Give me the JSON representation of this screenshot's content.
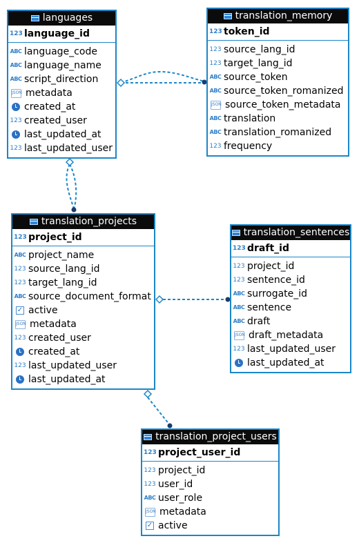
{
  "tables": {
    "languages": {
      "name": "languages",
      "pk": {
        "label": "language_id",
        "icon": "number-key-icon",
        "icon_text": "123"
      },
      "columns": [
        {
          "label": "language_code",
          "icon": "text-type-icon",
          "icon_text": "ABC"
        },
        {
          "label": "language_name",
          "icon": "text-type-icon",
          "icon_text": "ABC"
        },
        {
          "label": "script_direction",
          "icon": "text-type-icon",
          "icon_text": "ABC"
        },
        {
          "label": "metadata",
          "icon": "json-type-icon",
          "icon_text": "JSON"
        },
        {
          "label": "created_at",
          "icon": "clock-icon",
          "icon_text": ""
        },
        {
          "label": "created_user",
          "icon": "number-type-icon",
          "icon_text": "123"
        },
        {
          "label": "last_updated_at",
          "icon": "clock-icon",
          "icon_text": ""
        },
        {
          "label": "last_updated_user",
          "icon": "number-type-icon",
          "icon_text": "123"
        }
      ]
    },
    "translation_memory": {
      "name": "translation_memory",
      "pk": {
        "label": "token_id",
        "icon": "number-key-icon",
        "icon_text": "123"
      },
      "columns": [
        {
          "label": "source_lang_id",
          "icon": "number-type-icon",
          "icon_text": "123"
        },
        {
          "label": "target_lang_id",
          "icon": "number-type-icon",
          "icon_text": "123"
        },
        {
          "label": "source_token",
          "icon": "text-type-icon",
          "icon_text": "ABC"
        },
        {
          "label": "source_token_romanized",
          "icon": "text-type-icon",
          "icon_text": "ABC"
        },
        {
          "label": "source_token_metadata",
          "icon": "json-type-icon",
          "icon_text": "JSON"
        },
        {
          "label": "translation",
          "icon": "text-type-icon",
          "icon_text": "ABC"
        },
        {
          "label": "translation_romanized",
          "icon": "text-type-icon",
          "icon_text": "ABC"
        },
        {
          "label": "frequency",
          "icon": "number-type-icon",
          "icon_text": "123"
        }
      ]
    },
    "translation_projects": {
      "name": "translation_projects",
      "pk": {
        "label": "project_id",
        "icon": "number-key-icon",
        "icon_text": "123"
      },
      "columns": [
        {
          "label": "project_name",
          "icon": "text-type-icon",
          "icon_text": "ABC"
        },
        {
          "label": "source_lang_id",
          "icon": "number-type-icon",
          "icon_text": "123"
        },
        {
          "label": "target_lang_id",
          "icon": "number-type-icon",
          "icon_text": "123"
        },
        {
          "label": "source_document_format",
          "icon": "text-type-icon",
          "icon_text": "ABC"
        },
        {
          "label": "active",
          "icon": "checkbox-icon",
          "icon_text": "✓"
        },
        {
          "label": "metadata",
          "icon": "json-type-icon",
          "icon_text": "JSON"
        },
        {
          "label": "created_user",
          "icon": "number-type-icon",
          "icon_text": "123"
        },
        {
          "label": "created_at",
          "icon": "clock-icon",
          "icon_text": ""
        },
        {
          "label": "last_updated_user",
          "icon": "number-type-icon",
          "icon_text": "123"
        },
        {
          "label": "last_updated_at",
          "icon": "clock-icon",
          "icon_text": ""
        }
      ]
    },
    "translation_sentences": {
      "name": "translation_sentences",
      "pk": {
        "label": "draft_id",
        "icon": "number-key-icon",
        "icon_text": "123"
      },
      "columns": [
        {
          "label": "project_id",
          "icon": "number-type-icon",
          "icon_text": "123"
        },
        {
          "label": "sentence_id",
          "icon": "number-type-icon",
          "icon_text": "123"
        },
        {
          "label": "surrogate_id",
          "icon": "text-type-icon",
          "icon_text": "ABC"
        },
        {
          "label": "sentence",
          "icon": "text-type-icon",
          "icon_text": "ABC"
        },
        {
          "label": "draft",
          "icon": "text-type-icon",
          "icon_text": "ABC"
        },
        {
          "label": "draft_metadata",
          "icon": "json-type-icon",
          "icon_text": "JSON"
        },
        {
          "label": "last_updated_user",
          "icon": "number-type-icon",
          "icon_text": "123"
        },
        {
          "label": "last_updated_at",
          "icon": "clock-icon",
          "icon_text": ""
        }
      ]
    },
    "translation_project_users": {
      "name": "translation_project_users",
      "pk": {
        "label": "project_user_id",
        "icon": "number-key-icon",
        "icon_text": "123"
      },
      "columns": [
        {
          "label": "project_id",
          "icon": "number-type-icon",
          "icon_text": "123"
        },
        {
          "label": "user_id",
          "icon": "number-type-icon",
          "icon_text": "123"
        },
        {
          "label": "user_role",
          "icon": "text-type-icon",
          "icon_text": "ABC"
        },
        {
          "label": "metadata",
          "icon": "json-type-icon",
          "icon_text": "JSON"
        },
        {
          "label": "active",
          "icon": "checkbox-icon",
          "icon_text": "✓"
        }
      ]
    }
  },
  "colors": {
    "border": "#1a86c8",
    "header_bg": "#0b0b0b",
    "relation_line": "#1a86c8"
  }
}
